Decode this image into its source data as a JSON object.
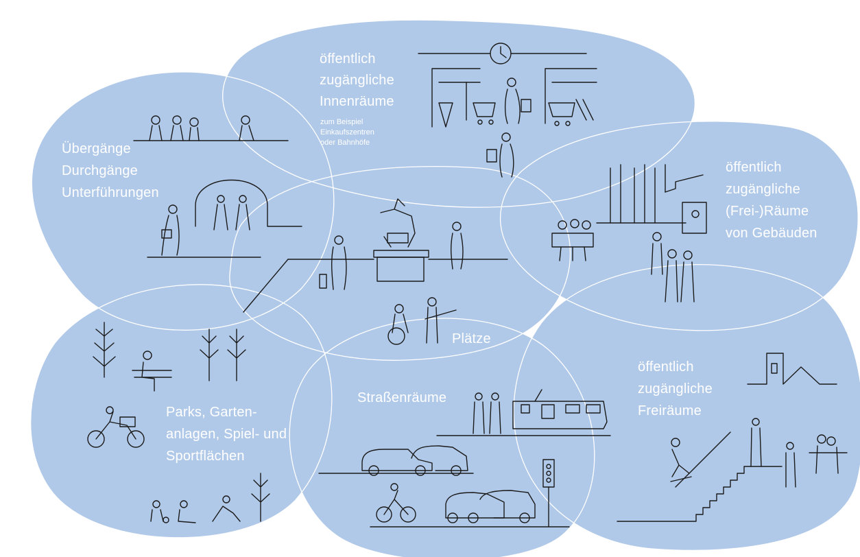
{
  "colors": {
    "blob": "#b1c9e8",
    "outline": "#ffffff",
    "ink": "#1a1a1a",
    "label": "#ffffff"
  },
  "zones": {
    "innenraeume": {
      "lines": [
        "öffentlich",
        "zugängliche",
        "Innenräume"
      ],
      "note": [
        "zum Beispiel",
        "Einkaufszentren",
        "oder Bahnhöfe"
      ]
    },
    "uebergaenge": {
      "lines": [
        "Übergänge",
        "Durchgänge",
        "Unterführungen"
      ]
    },
    "gebaeude": {
      "lines": [
        "öffentlich",
        "zugängliche",
        "(Frei-)Räume",
        "von Gebäuden"
      ]
    },
    "plaetze": {
      "lines": [
        "Plätze"
      ]
    },
    "parks": {
      "lines": [
        "Parks, Garten-",
        "anlagen, Spiel- und",
        "Sportflächen"
      ]
    },
    "strassen": {
      "lines": [
        "Straßenräume"
      ]
    },
    "freiraeume": {
      "lines": [
        "öffentlich",
        "zugängliche",
        "Freiräume"
      ]
    }
  }
}
